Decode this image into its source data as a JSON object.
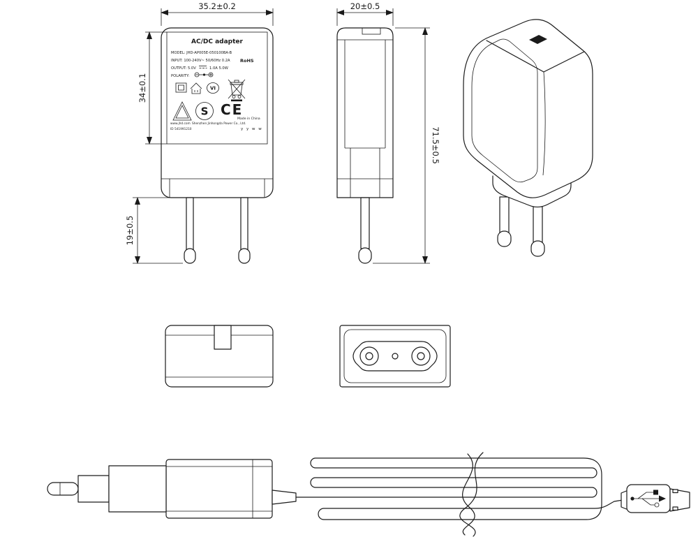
{
  "dimensions": {
    "front_width": "35.2±0.2",
    "depth": "20±0.5",
    "label_height": "34±0.1",
    "pin_length": "19±0.5",
    "overall_height": "71.5±0.5"
  },
  "label": {
    "title": "AC/DC  adapter",
    "model": "MODEL: JHD-AP005E-050100BA-B",
    "input": "INPUT: 100-240V~  50/60Hz  0.2A",
    "rohs": "RoHS",
    "output": "OUTPUT: 5.0V",
    "output2": "1.0A  5.0W",
    "polarity": "POLARITY:",
    "efficiency_mark": "VI",
    "s_mark": "S",
    "ce_mark": "CE",
    "made_in": "Made in China",
    "website": "www.jhd.com",
    "company": "Shenzhen Jinhongda Power Co., Ltd.",
    "date_code": "y y w w",
    "id_code": "ID 541991210"
  }
}
